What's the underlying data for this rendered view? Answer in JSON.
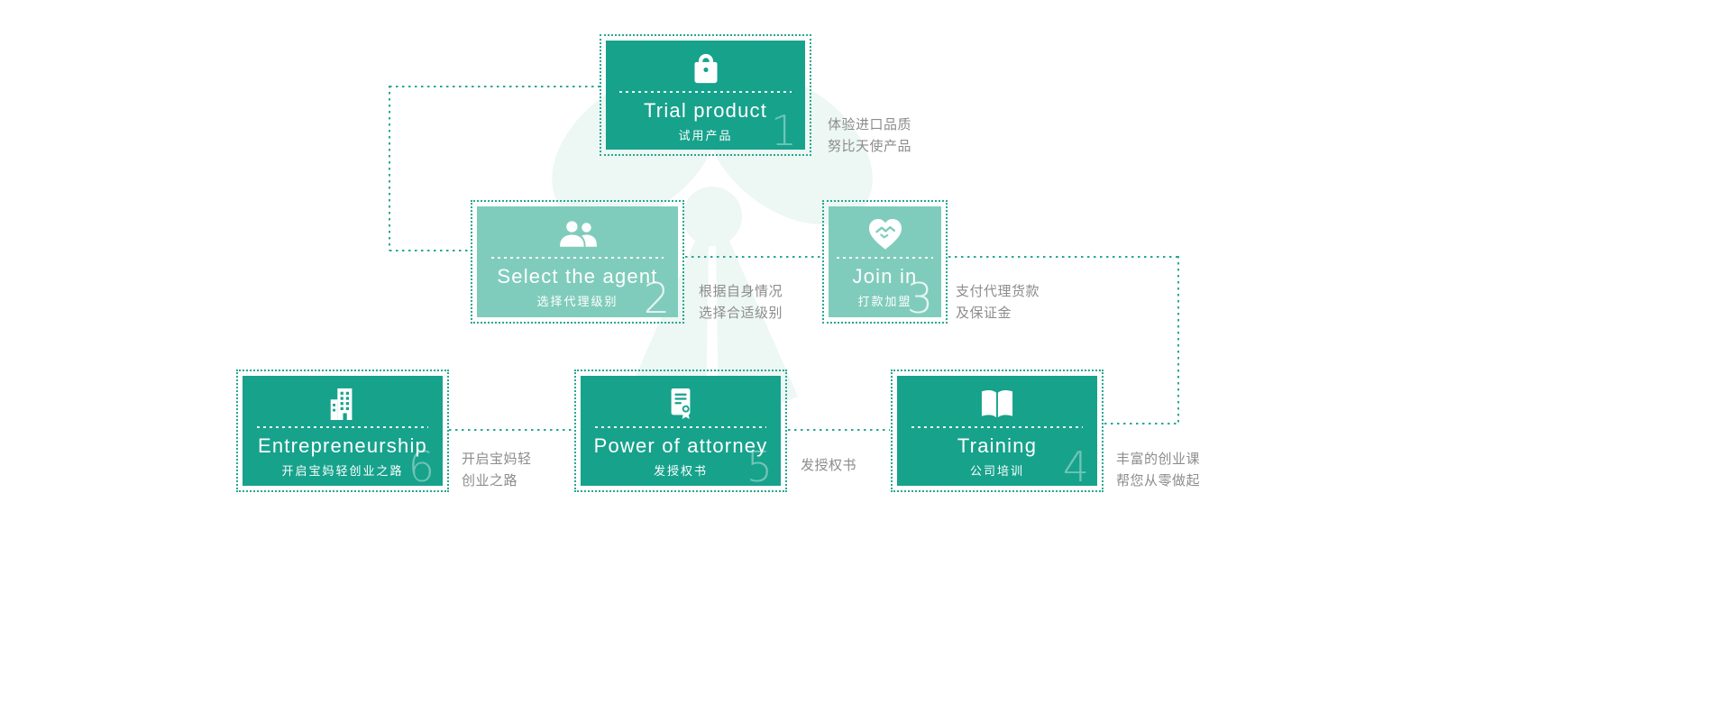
{
  "diagram": {
    "steps": [
      {
        "number": "1",
        "title": "Trial product",
        "subtitle": "试用产品",
        "icon": "shopping-bag-icon",
        "variant": "dark"
      },
      {
        "number": "2",
        "title": "Select the agent",
        "subtitle": "选择代理级别",
        "icon": "people-icon",
        "variant": "light"
      },
      {
        "number": "3",
        "title": "Join in",
        "subtitle": "打款加盟",
        "icon": "handshake-heart-icon",
        "variant": "light"
      },
      {
        "number": "4",
        "title": "Training",
        "subtitle": "公司培训",
        "icon": "open-book-icon",
        "variant": "dark"
      },
      {
        "number": "5",
        "title": "Power of attorney",
        "subtitle": "发授权书",
        "icon": "certificate-icon",
        "variant": "dark"
      },
      {
        "number": "6",
        "title": "Entrepreneurship",
        "subtitle": "开启宝妈轻创业之路",
        "icon": "building-icon",
        "variant": "dark"
      }
    ],
    "notes": [
      {
        "line1": "体验进口品质",
        "line2": "努比天使产品"
      },
      {
        "line1": "根据自身情况",
        "line2": "选择合适级别"
      },
      {
        "line1": "支付代理货款",
        "line2": "及保证金"
      },
      {
        "line1": "丰富的创业课",
        "line2": "帮您从零做起"
      },
      {
        "line1": "发授权书",
        "line2": ""
      },
      {
        "line1": "开启宝妈轻",
        "line2": "创业之路"
      }
    ],
    "colors": {
      "dark_teal": "#17a28c",
      "light_teal": "#80ccbc",
      "dotted_line": "#2aa893",
      "note_gray": "#8c8c8c"
    }
  }
}
